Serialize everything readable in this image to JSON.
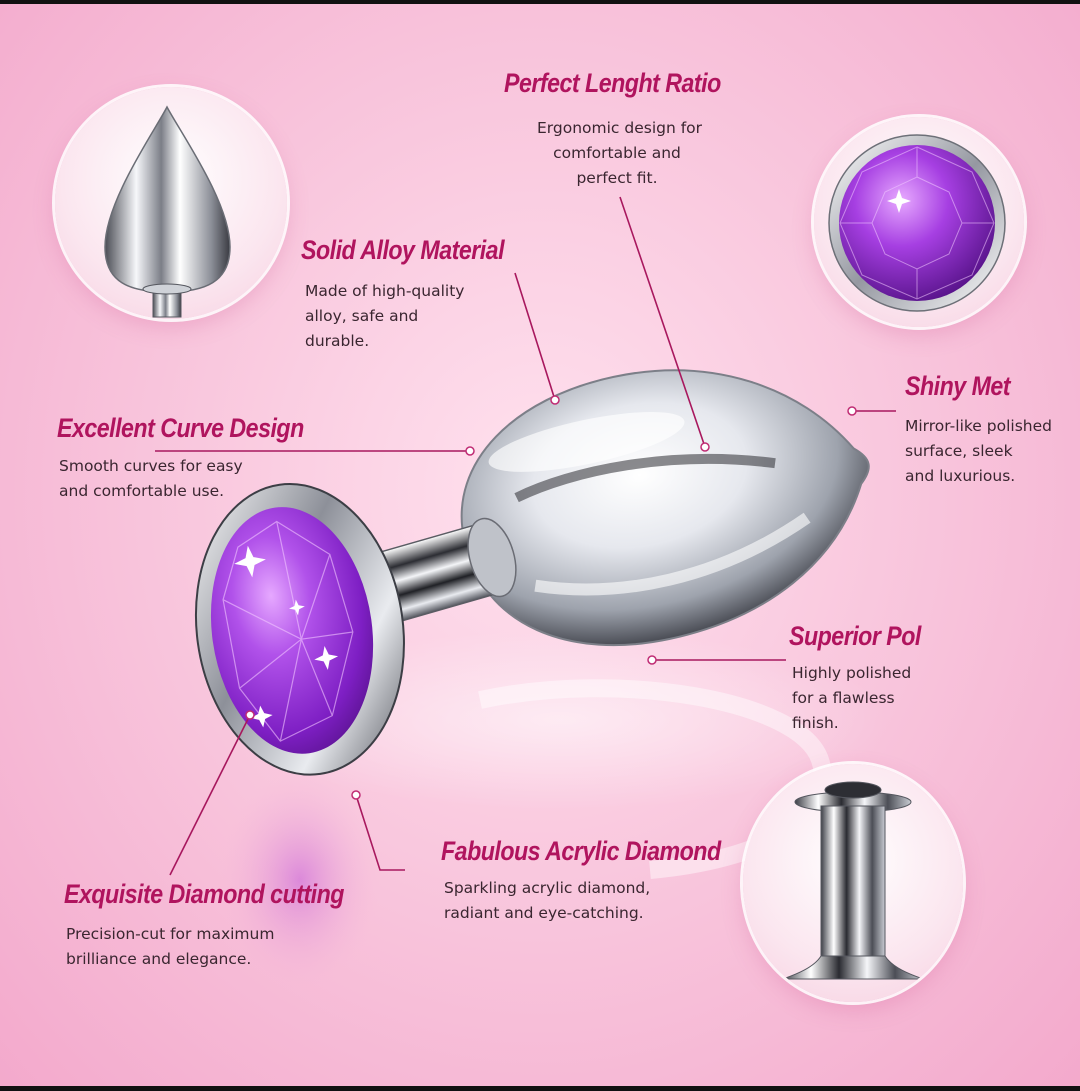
{
  "callouts": {
    "perfect_length": {
      "title": "Perfect Lenght Ratio",
      "lines": [
        "Ergonomic design for",
        "comfortable and",
        "perfect fit."
      ]
    },
    "solid_alloy": {
      "title": "Solid Alloy Material",
      "lines": [
        "Made of high-quality",
        "alloy, safe and",
        "durable."
      ]
    },
    "excellent_curve": {
      "title": "Excellent Curve Design",
      "lines": [
        "Smooth curves for easy",
        "and comfortable use."
      ]
    },
    "shiny_met": {
      "title": "Shiny Met",
      "lines": [
        "Mirror-like polished",
        "surface, sleek",
        "and luxurious."
      ]
    },
    "superior_pol": {
      "title": "Superior Pol",
      "lines": [
        "Highly polished",
        "for a flawless",
        "finish."
      ]
    },
    "acrylic_diamond": {
      "title": "Fabulous Acrylic Diamond",
      "lines": [
        "Sparkling acrylic diamond,",
        "radiant and eye-catching."
      ]
    },
    "diamond_cutting": {
      "title": "Exquisite Diamond cutting",
      "lines": [
        "Precision-cut for maximum",
        "brilliance and elegance."
      ]
    }
  },
  "colors": {
    "title_magenta": "#b0145e",
    "background_pink": "#f9c8de",
    "gem_purple": "#8e2ad1",
    "metal_silver": "#c9ccd3"
  },
  "icons": {
    "detail_circle_tip": "teardrop-tip-closeup",
    "detail_circle_gem": "purple-gem-closeup",
    "detail_circle_stem": "stem-closeup",
    "main_product": "jeweled-metal-product"
  }
}
